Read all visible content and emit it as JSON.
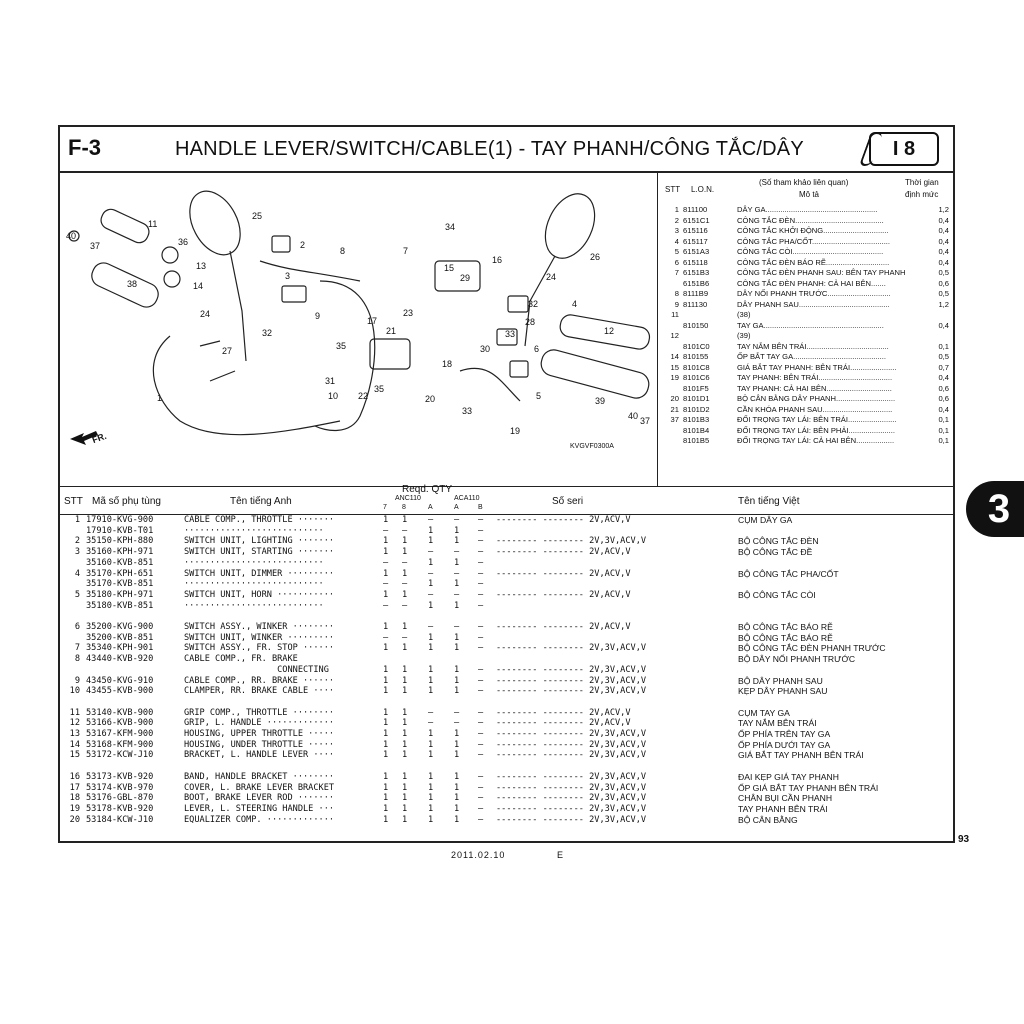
{
  "header": {
    "code": "F-3",
    "title": "HANDLE LEVER/SWITCH/CABLE(1) - TAY PHANH/CÔNG TẮC/DÂY",
    "page_tag": "I 8"
  },
  "diagram": {
    "image_code": "KVGVF0300A",
    "fr_label": "FR.",
    "callouts": [
      "1",
      "2",
      "3",
      "4",
      "5",
      "6",
      "7",
      "8",
      "9",
      "10",
      "11",
      "12",
      "13",
      "14",
      "15",
      "16",
      "17",
      "18",
      "19",
      "20",
      "21",
      "22",
      "23",
      "24",
      "24",
      "25",
      "26",
      "27",
      "28",
      "29",
      "30",
      "31",
      "32",
      "32",
      "33",
      "33",
      "34",
      "35",
      "35",
      "36",
      "37",
      "37",
      "38",
      "39",
      "40",
      "40"
    ]
  },
  "lon_table": {
    "head_stt": "STT",
    "head_lon": "L.O.N.",
    "head_ref": "(Số tham khảo liên quan)",
    "head_desc": "Mô tả",
    "head_time": "Thời gian",
    "head_time2": "định mức",
    "rows": [
      {
        "stt": "1",
        "lon": "811100",
        "desc": "DÂY GA.....................................................",
        "time": "1,2"
      },
      {
        "stt": "2",
        "lon": "6151C1",
        "desc": "CÔNG TẮC ĐÈN..........................................",
        "time": "0,4"
      },
      {
        "stt": "3",
        "lon": "615116",
        "desc": "CÔNG TẮC KHỞI ĐỘNG...............................",
        "time": "0,4"
      },
      {
        "stt": "4",
        "lon": "615117",
        "desc": "CÔNG TẮC PHA/CỐT.....................................",
        "time": "0,4"
      },
      {
        "stt": "5",
        "lon": "6151A3",
        "desc": "CÔNG TẮC CÒI...........................................",
        "time": "0,4"
      },
      {
        "stt": "6",
        "lon": "615118",
        "desc": "CÔNG TẮC ĐÈN BÁO RẼ..............................",
        "time": "0,4"
      },
      {
        "stt": "7",
        "lon": "6151B3",
        "desc": "CÔNG TẮC ĐÈN PHANH SAU: BÊN TAY PHANH",
        "time": "0,5"
      },
      {
        "stt": "",
        "lon": "6151B6",
        "desc": "CÔNG TẮC ĐÈN PHANH: CẢ HAI BÊN.......",
        "time": "0,6"
      },
      {
        "stt": "8",
        "lon": "8111B9",
        "desc": "DÂY NỐI PHANH TRƯỚC..............................",
        "time": "0,5"
      },
      {
        "stt": "9",
        "lon": "811130",
        "desc": "DÂY PHANH SAU...........................................",
        "time": "1,2"
      },
      {
        "stt": "11",
        "lon": "",
        "desc": "(38)",
        "time": ""
      },
      {
        "stt": "",
        "lon": "810150",
        "desc": "TAY GA.........................................................",
        "time": "0,4"
      },
      {
        "stt": "12",
        "lon": "",
        "desc": "(39)",
        "time": ""
      },
      {
        "stt": "",
        "lon": "8101C0",
        "desc": "TAY NẮM BÊN TRÁI.......................................",
        "time": "0,1"
      },
      {
        "stt": "14",
        "lon": "810155",
        "desc": "ỐP BẮT TAY GA............................................",
        "time": "0,5"
      },
      {
        "stt": "15",
        "lon": "8101C8",
        "desc": "GIÁ BẮT TAY PHANH: BÊN TRÁI......................",
        "time": "0,7"
      },
      {
        "stt": "19",
        "lon": "8101C6",
        "desc": "TAY PHANH: BÊN TRÁI...................................",
        "time": "0,4"
      },
      {
        "stt": "",
        "lon": "8101F5",
        "desc": "TAY PHANH: CẢ HAI BÊN...............................",
        "time": "0,6"
      },
      {
        "stt": "20",
        "lon": "8101D1",
        "desc": "BỘ CÂN BẰNG DÂY PHANH............................",
        "time": "0,6"
      },
      {
        "stt": "21",
        "lon": "8101D2",
        "desc": "CẦN KHÓA PHANH SAU.................................",
        "time": "0,4"
      },
      {
        "stt": "37",
        "lon": "8101B3",
        "desc": "ĐỐI TRỌNG TAY LÁI: BÊN TRÁI.......................",
        "time": "0,1"
      },
      {
        "stt": "",
        "lon": "8101B4",
        "desc": "ĐỐI TRỌNG TAY LÁI: BÊN PHẢI......................",
        "time": "0,1"
      },
      {
        "stt": "",
        "lon": "8101B5",
        "desc": "ĐỐI TRỌNG TAY LÁI: CẢ HAI BÊN..................",
        "time": "0,1"
      }
    ]
  },
  "parts_table": {
    "head_stt": "STT",
    "head_part": "Mã số phụ tùng",
    "head_en": "Tên tiếng Anh",
    "head_qty": "Reqd. QTY",
    "head_anc": "ANC110",
    "head_aca": "ACA110",
    "head_sub": [
      "7",
      "8",
      "A",
      "A",
      "B"
    ],
    "head_serial": "Số seri",
    "head_vn": "Tên tiếng Việt",
    "rows": [
      {
        "stt": "1",
        "part": "17910-KVG-900",
        "en": "CABLE COMP., THROTTLE ·······",
        "q": [
          "1",
          "1",
          "–",
          "–",
          "–"
        ],
        "serial": "-------- -------- 2V,ACV,V",
        "vn": "CỤM DÂY GA"
      },
      {
        "stt": "",
        "part": "17910-KVB-T01",
        "en": "···························",
        "q": [
          "–",
          "–",
          "1",
          "1",
          "–"
        ],
        "serial": "",
        "vn": ""
      },
      {
        "stt": "2",
        "part": "35150-KPH-880",
        "en": "SWITCH UNIT, LIGHTING ·······",
        "q": [
          "1",
          "1",
          "1",
          "1",
          "–"
        ],
        "serial": "-------- -------- 2V,3V,ACV,V",
        "vn": "BỘ CÔNG TẮC ĐÈN"
      },
      {
        "stt": "3",
        "part": "35160-KPH-971",
        "en": "SWITCH UNIT, STARTING ·······",
        "q": [
          "1",
          "1",
          "–",
          "–",
          "–"
        ],
        "serial": "-------- -------- 2V,ACV,V",
        "vn": "BỘ CÔNG TẮC ĐỀ"
      },
      {
        "stt": "",
        "part": "35160-KVB-851",
        "en": "···························",
        "q": [
          "–",
          "–",
          "1",
          "1",
          "–"
        ],
        "serial": "",
        "vn": ""
      },
      {
        "stt": "4",
        "part": "35170-KPH-651",
        "en": "SWITCH UNIT, DIMMER ·········",
        "q": [
          "1",
          "1",
          "–",
          "–",
          "–"
        ],
        "serial": "-------- -------- 2V,ACV,V",
        "vn": "BỘ CÔNG TẮC PHA/CỐT"
      },
      {
        "stt": "",
        "part": "35170-KVB-851",
        "en": "···························",
        "q": [
          "–",
          "–",
          "1",
          "1",
          "–"
        ],
        "serial": "",
        "vn": ""
      },
      {
        "stt": "5",
        "part": "35180-KPH-971",
        "en": "SWITCH UNIT, HORN ···········",
        "q": [
          "1",
          "1",
          "–",
          "–",
          "–"
        ],
        "serial": "-------- -------- 2V,ACV,V",
        "vn": "BỘ CÔNG TẮC CÒI"
      },
      {
        "stt": "",
        "part": "35180-KVB-851",
        "en": "···························",
        "q": [
          "–",
          "–",
          "1",
          "1",
          "–"
        ],
        "serial": "",
        "vn": ""
      },
      {
        "stt": "6",
        "part": "35200-KVG-900",
        "en": "SWITCH ASSY., WINKER ········",
        "q": [
          "1",
          "1",
          "–",
          "–",
          "–"
        ],
        "serial": "-------- -------- 2V,ACV,V",
        "vn": "BỘ CÔNG TẮC BÁO RẼ"
      },
      {
        "stt": "",
        "part": "35200-KVB-851",
        "en": "SWITCH UNIT, WINKER ·········",
        "q": [
          "–",
          "–",
          "1",
          "1",
          "–"
        ],
        "serial": "",
        "vn": "BỘ CÔNG TẮC BÁO RẼ"
      },
      {
        "stt": "7",
        "part": "35340-KPH-901",
        "en": "SWITCH ASSY., FR. STOP ······",
        "q": [
          "1",
          "1",
          "1",
          "1",
          "–"
        ],
        "serial": "-------- -------- 2V,3V,ACV,V",
        "vn": "BỘ CÔNG TẮC ĐÈN PHANH TRƯỚC"
      },
      {
        "stt": "8",
        "part": "43440-KVB-920",
        "en": "CABLE COMP., FR. BRAKE",
        "q": [
          "",
          "",
          "",
          "",
          ""
        ],
        "serial": "",
        "vn": "BỘ DÂY NỐI PHANH TRƯỚC"
      },
      {
        "stt": "",
        "part": "",
        "en": "                  CONNECTING",
        "q": [
          "1",
          "1",
          "1",
          "1",
          "–"
        ],
        "serial": "-------- -------- 2V,3V,ACV,V",
        "vn": ""
      },
      {
        "stt": "9",
        "part": "43450-KVG-910",
        "en": "CABLE COMP., RR. BRAKE ······",
        "q": [
          "1",
          "1",
          "1",
          "1",
          "–"
        ],
        "serial": "-------- -------- 2V,3V,ACV,V",
        "vn": "BỘ DÂY PHANH SAU"
      },
      {
        "stt": "10",
        "part": "43455-KVB-900",
        "en": "CLAMPER, RR. BRAKE CABLE ····",
        "q": [
          "1",
          "1",
          "1",
          "1",
          "–"
        ],
        "serial": "-------- -------- 2V,3V,ACV,V",
        "vn": "KẸP DÂY PHANH SAU"
      },
      {
        "stt": "11",
        "part": "53140-KVB-900",
        "en": "GRIP COMP., THROTTLE ········",
        "q": [
          "1",
          "1",
          "–",
          "–",
          "–"
        ],
        "serial": "-------- -------- 2V,ACV,V",
        "vn": "CỤM TAY GA"
      },
      {
        "stt": "12",
        "part": "53166-KVB-900",
        "en": "GRIP, L. HANDLE ·············",
        "q": [
          "1",
          "1",
          "–",
          "–",
          "–"
        ],
        "serial": "-------- -------- 2V,ACV,V",
        "vn": "TAY NẮM BÊN TRÁI"
      },
      {
        "stt": "13",
        "part": "53167-KFM-900",
        "en": "HOUSING, UPPER THROTTLE ·····",
        "q": [
          "1",
          "1",
          "1",
          "1",
          "–"
        ],
        "serial": "-------- -------- 2V,3V,ACV,V",
        "vn": "ỐP PHÍA TRÊN TAY GA"
      },
      {
        "stt": "14",
        "part": "53168-KFM-900",
        "en": "HOUSING, UNDER THROTTLE ·····",
        "q": [
          "1",
          "1",
          "1",
          "1",
          "–"
        ],
        "serial": "-------- -------- 2V,3V,ACV,V",
        "vn": "ỐP PHÍA DƯỚI TAY GA"
      },
      {
        "stt": "15",
        "part": "53172-KCW-J10",
        "en": "BRACKET, L. HANDLE LEVER ····",
        "q": [
          "1",
          "1",
          "1",
          "1",
          "–"
        ],
        "serial": "-------- -------- 2V,3V,ACV,V",
        "vn": "GIÁ BẮT TAY PHANH BÊN TRÁI"
      },
      {
        "stt": "16",
        "part": "53173-KVB-920",
        "en": "BAND, HANDLE BRACKET ········",
        "q": [
          "1",
          "1",
          "1",
          "1",
          "–"
        ],
        "serial": "-------- -------- 2V,3V,ACV,V",
        "vn": "ĐAI KẸP GIÁ TAY PHANH"
      },
      {
        "stt": "17",
        "part": "53174-KVB-970",
        "en": "COVER, L. BRAKE LEVER BRACKET",
        "q": [
          "1",
          "1",
          "1",
          "1",
          "–"
        ],
        "serial": "-------- -------- 2V,3V,ACV,V",
        "vn": "ỐP GIÁ BẮT TAY PHANH BÊN TRÁI"
      },
      {
        "stt": "18",
        "part": "53176-GBL-870",
        "en": "BOOT, BRAKE LEVER ROD ·······",
        "q": [
          "1",
          "1",
          "1",
          "1",
          "–"
        ],
        "serial": "-------- -------- 2V,3V,ACV,V",
        "vn": "CHÂN BỤI CẦN PHANH"
      },
      {
        "stt": "19",
        "part": "53178-KVB-920",
        "en": "LEVER, L. STEERING HANDLE ···",
        "q": [
          "1",
          "1",
          "1",
          "1",
          "–"
        ],
        "serial": "-------- -------- 2V,3V,ACV,V",
        "vn": "TAY PHANH BÊN TRÁI"
      },
      {
        "stt": "20",
        "part": "53184-KCW-J10",
        "en": "EQUALIZER COMP. ·············",
        "q": [
          "1",
          "1",
          "1",
          "1",
          "–"
        ],
        "serial": "-------- -------- 2V,3V,ACV,V",
        "vn": "BỘ CÂN BẰNG"
      }
    ]
  },
  "side_tab": "3",
  "page_number": "93",
  "footer": {
    "date": "2011.02.10",
    "edition": "E"
  }
}
